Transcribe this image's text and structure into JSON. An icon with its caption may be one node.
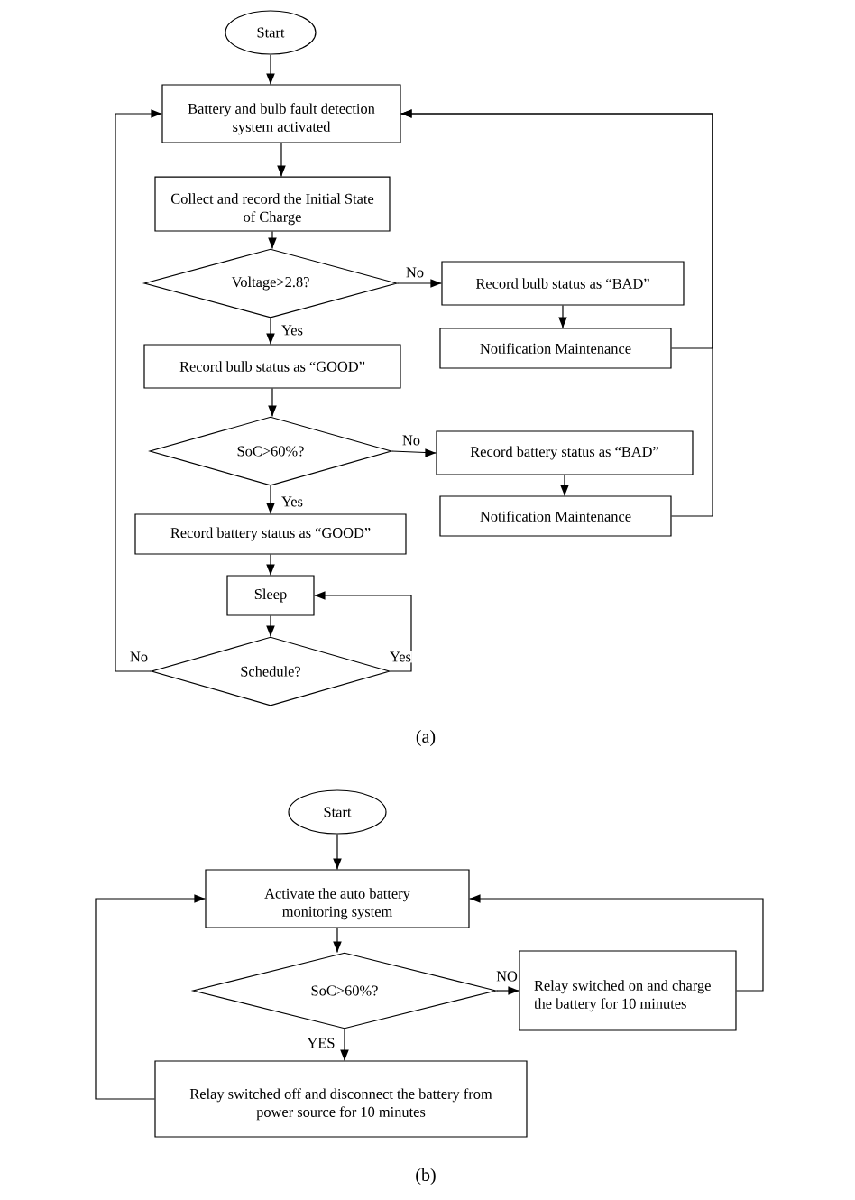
{
  "diagram": {
    "nodes": [
      {
        "text": [
          "Start"
        ]
      },
      {
        "text": [
          "Battery and bulb fault detection system activated"
        ]
      },
      {
        "text": [
          "Collect and record the Initial State of Charge"
        ]
      },
      {
        "text": [
          "Voltage>2.8?"
        ]
      },
      {
        "text": [
          "Record bulb status as “BAD”"
        ]
      },
      {
        "text": [
          "Notification Maintenance"
        ]
      },
      {
        "text": [
          "Record bulb status as “GOOD”"
        ]
      },
      {
        "text": [
          "SoC>60%?"
        ]
      },
      {
        "text": [
          "Record battery status as “BAD”"
        ]
      },
      {
        "text": [
          "Notification Maintenance"
        ]
      },
      {
        "text": [
          "Record battery status as “GOOD”"
        ]
      },
      {
        "text": [
          "Sleep"
        ]
      },
      {
        "text": [
          "Schedule?"
        ]
      },
      {
        "text": [
          "Start"
        ]
      },
      {
        "text": [
          "Activate the auto battery monitoring system"
        ]
      },
      {
        "text": [
          "SoC>60%?"
        ]
      },
      {
        "text": [
          "Relay switched on and charge the battery for 10 minutes"
        ]
      },
      {
        "text": [
          "Relay switched off and disconnect the battery from power source for 10 minutes"
        ]
      }
    ],
    "edges": [
      {
        "from": 0,
        "to": 1,
        "arrow": "to"
      },
      {
        "from": 1,
        "to": 2,
        "arrow": "to"
      },
      {
        "from": 2,
        "to": 3,
        "arrow": "to"
      },
      {
        "from": 3,
        "to": 4,
        "arrow": "to",
        "label": "No"
      },
      {
        "from": 4,
        "to": 5,
        "arrow": "to"
      },
      {
        "from": 5,
        "to": 1,
        "arrow": "to"
      },
      {
        "from": 3,
        "to": 6,
        "arrow": "to",
        "label": "Yes"
      },
      {
        "from": 6,
        "to": 7,
        "arrow": "to"
      },
      {
        "from": 7,
        "to": 8,
        "arrow": "to",
        "label": "No"
      },
      {
        "from": 8,
        "to": 9,
        "arrow": "to"
      },
      {
        "from": 9,
        "to": 1,
        "arrow": "to"
      },
      {
        "from": 7,
        "to": 10,
        "arrow": "to",
        "label": "Yes"
      },
      {
        "from": 10,
        "to": 11,
        "arrow": "to"
      },
      {
        "from": 11,
        "to": 12,
        "arrow": "to"
      },
      {
        "from": 12,
        "to": 11,
        "arrow": "to",
        "label": "Yes"
      },
      {
        "from": 12,
        "to": 1,
        "arrow": "to",
        "label": "No"
      },
      {
        "from": 13,
        "to": 14,
        "arrow": "to"
      },
      {
        "from": 14,
        "to": 15,
        "arrow": "to"
      },
      {
        "from": 15,
        "to": 16,
        "arrow": "to",
        "label": "NO"
      },
      {
        "from": 16,
        "to": 14,
        "arrow": "to"
      },
      {
        "from": 15,
        "to": 17,
        "arrow": "to",
        "label": "YES"
      },
      {
        "from": 17,
        "to": 14,
        "arrow": "to"
      }
    ],
    "labels": [
      "(a)",
      "(b)"
    ]
  }
}
